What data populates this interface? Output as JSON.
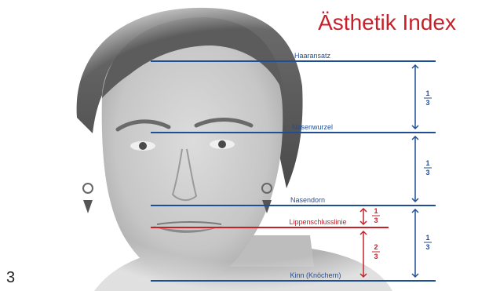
{
  "title": "Ästhetik Index",
  "page_number": "3",
  "colors": {
    "blue": "#1f4e96",
    "red": "#c8202a"
  },
  "lines": {
    "hairline": "Haaransatz",
    "nasion": "Nasenwurzel",
    "nasal_spine": "Nasendorn",
    "lip_closure": "Lippenschlusslinie",
    "chin": "Kinn (Knöchern)"
  },
  "fractions": {
    "upper_third": {
      "num": "1",
      "den": "3"
    },
    "middle_third": {
      "num": "1",
      "den": "3"
    },
    "lower_third": {
      "num": "1",
      "den": "3"
    },
    "upper_lip": {
      "num": "1",
      "den": "3"
    },
    "lower_lip": {
      "num": "2",
      "den": "3"
    }
  },
  "photo": {
    "subject": "face-photo-grayscale"
  }
}
